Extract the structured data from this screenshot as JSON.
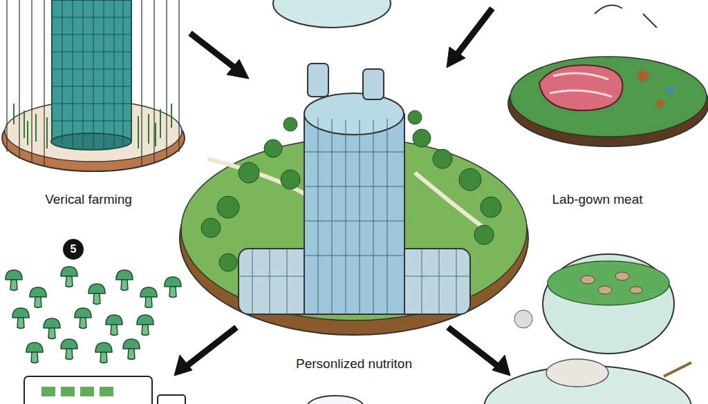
{
  "diagram": {
    "labels": [
      "Verical farming",
      "5",
      "Lab-gown meat",
      "Personlized nutriton"
    ]
  }
}
